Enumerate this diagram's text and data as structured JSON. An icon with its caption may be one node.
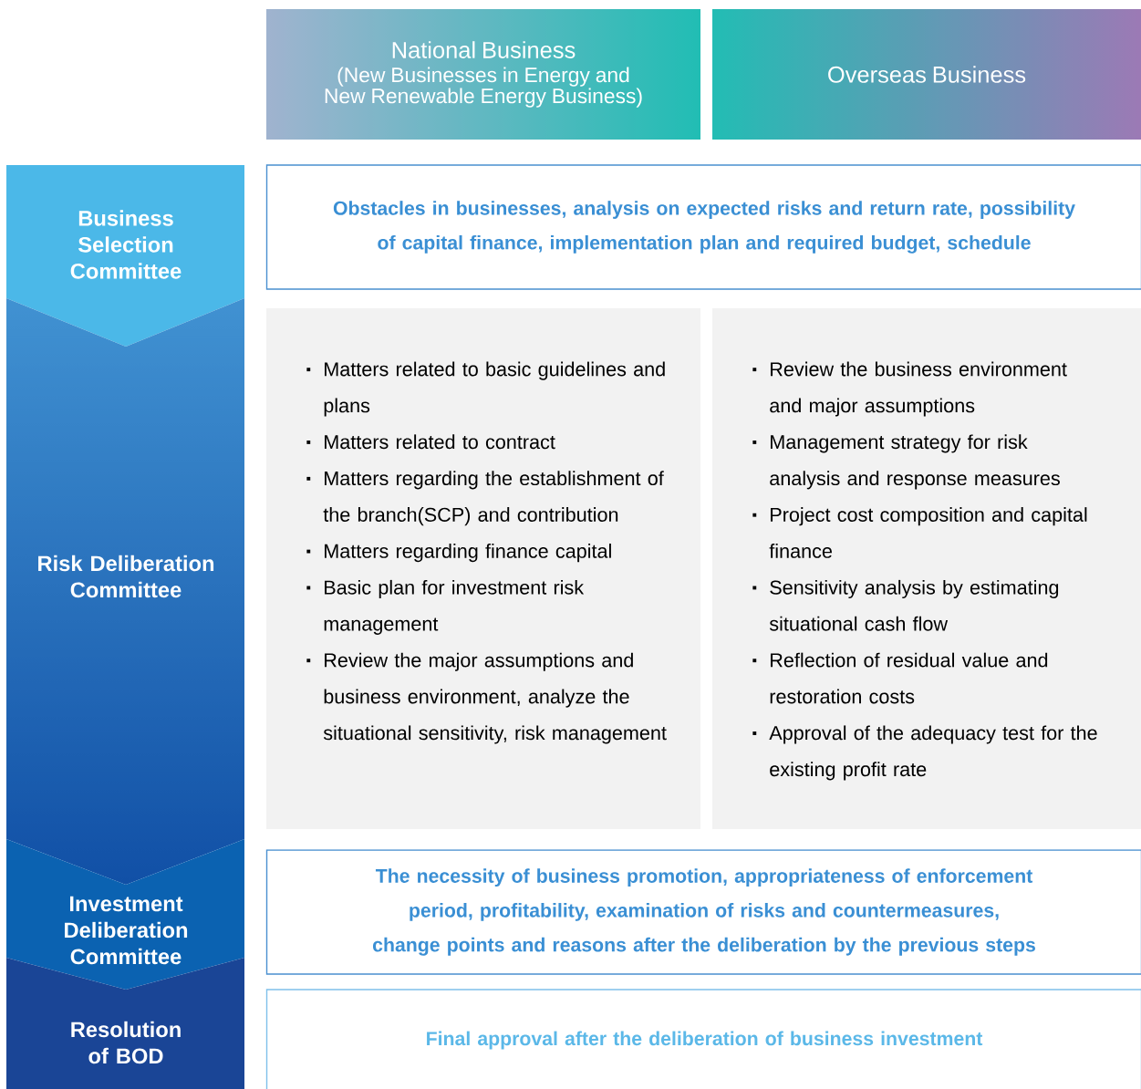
{
  "diagram": {
    "nodes": [
      {
        "text": [
          "National Business",
          "(New Businesses in Energy and New Renewable Energy Business)"
        ]
      },
      {
        "text": [
          "Overseas Business"
        ]
      },
      {
        "text": [
          "Business Selection Committee"
        ]
      },
      {
        "text": [
          "Risk Deliberation Committee"
        ]
      },
      {
        "text": [
          "Investment Deliberation Committee"
        ]
      },
      {
        "text": [
          "Resolution of BOD"
        ]
      },
      {
        "text": [
          "Obstacles in businesses, analysis on expected risks and return rate, possibility of capital finance, implementation plan and required budget, schedule"
        ]
      },
      {
        "text": [
          "Matters related to basic guidelines and plans",
          "Matters related to contract",
          "Matters regarding the establishment of the branch(SCP) and contribution",
          "Matters regarding finance capital",
          "Basic plan for investment risk management",
          "Review the major assumptions and business environment, analyze the situational sensitivity, risk management"
        ]
      },
      {
        "text": [
          "Review the business environment and major assumptions",
          "Management strategy for risk analysis and response measures",
          "Project cost composition and capital finance",
          "Sensitivity analysis by estimating situational cash flow",
          "Reflection of residual value and restoration costs",
          "Approval of the adequacy test for the existing profit rate"
        ]
      },
      {
        "text": [
          "The necessity of business promotion, appropriateness of enforcement period, profitability, examination of risks and countermeasures, change points and reasons after the deliberation by the previous steps"
        ]
      },
      {
        "text": [
          "Final approval after the deliberation of business investment"
        ]
      }
    ]
  }
}
